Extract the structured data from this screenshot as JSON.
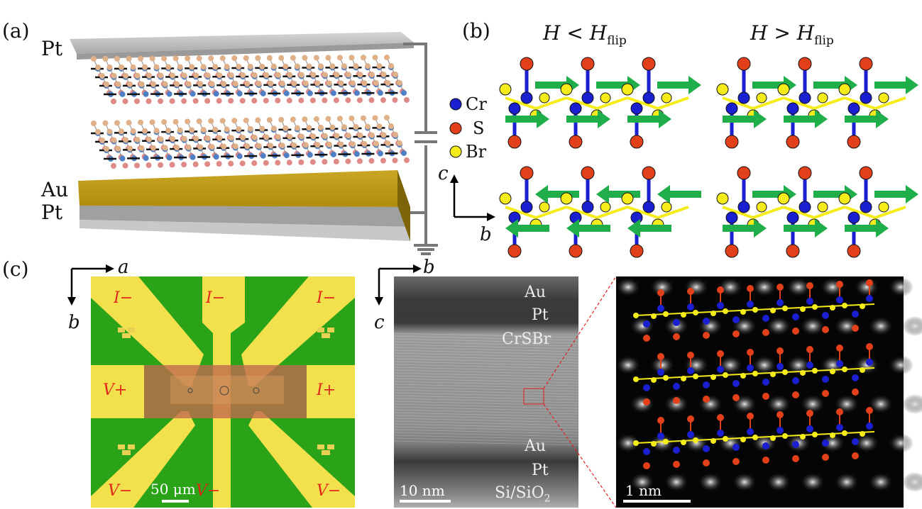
{
  "panels": {
    "a": {
      "letter": "(a)",
      "layer_top": "Pt",
      "layer_mid": "Au",
      "layer_bottom": "Pt"
    },
    "b": {
      "letter": "(b)",
      "condition_low": "H < H",
      "condition_high": "H > H",
      "subscript": "flip",
      "legend": [
        "Cr",
        "S",
        "Br"
      ],
      "axis_vertical": "c",
      "axis_horizontal": "b",
      "colors": {
        "Cr": "#1a1fcf",
        "S": "#e2401a",
        "Br": "#f5ec1a",
        "spin": "#1fae4a"
      }
    },
    "c": {
      "letter": "(c)",
      "device": {
        "axis_h": "a",
        "axis_v": "b",
        "pads": [
          "I−",
          "I−",
          "I−",
          "V+",
          "I+",
          "V−",
          "V−",
          "V−"
        ],
        "scale": "50 μm",
        "colors": {
          "substrate": "#2aa318",
          "electrode": "#f2e04c",
          "flake": "#c06a4d"
        }
      },
      "tem": {
        "axis_h": "b",
        "axis_v": "c",
        "labels": [
          "Au",
          "Pt",
          "CrSBr",
          "Au",
          "Pt",
          "Si/SiO"
        ],
        "sub2": "2",
        "scale": "10 nm"
      },
      "stem": {
        "scale": "1 nm"
      }
    }
  }
}
